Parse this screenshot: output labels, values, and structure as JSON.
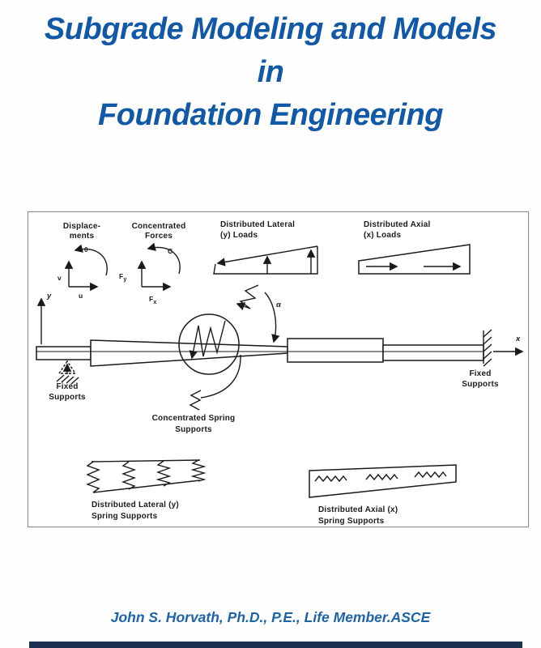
{
  "title": {
    "line1": "Subgrade Modeling and Models",
    "line2": "in",
    "line3": "Foundation Engineering",
    "color": "#1158a6"
  },
  "author": {
    "text": "John S. Horvath, Ph.D., P.E., Life Member.ASCE",
    "color": "#1d63a8"
  },
  "footer_bar_color": "#1e3050",
  "diagram": {
    "stroke_color": "#1a1a1a",
    "labels": {
      "displacements_line1": "Displace-",
      "displacements_line2": "ments",
      "theta": "θ",
      "v": "v",
      "u": "u",
      "concentrated_forces_line1": "Concentrated",
      "concentrated_forces_line2": "Forces",
      "c": "C",
      "force_symbol": "F",
      "sub_y": "y",
      "sub_x": "x",
      "distributed_lateral_loads_line1": "Distributed Lateral",
      "distributed_lateral_loads_line2": "(y) Loads",
      "distributed_axial_loads_line1": "Distributed Axial",
      "distributed_axial_loads_line2": "(x) Loads",
      "y_axis": "y",
      "x_axis": "x",
      "alpha": "α",
      "fixed_supports_line1": "Fixed",
      "fixed_supports_line2": "Supports",
      "concentrated_spring_line1": "Concentrated Spring",
      "concentrated_spring_line2": "Supports",
      "distributed_lateral_springs_line1": "Distributed Lateral (y)",
      "distributed_lateral_springs_line2": "Spring Supports",
      "distributed_axial_springs_line1": "Distributed Axial (x)",
      "distributed_axial_springs_line2": "Spring Supports"
    }
  }
}
